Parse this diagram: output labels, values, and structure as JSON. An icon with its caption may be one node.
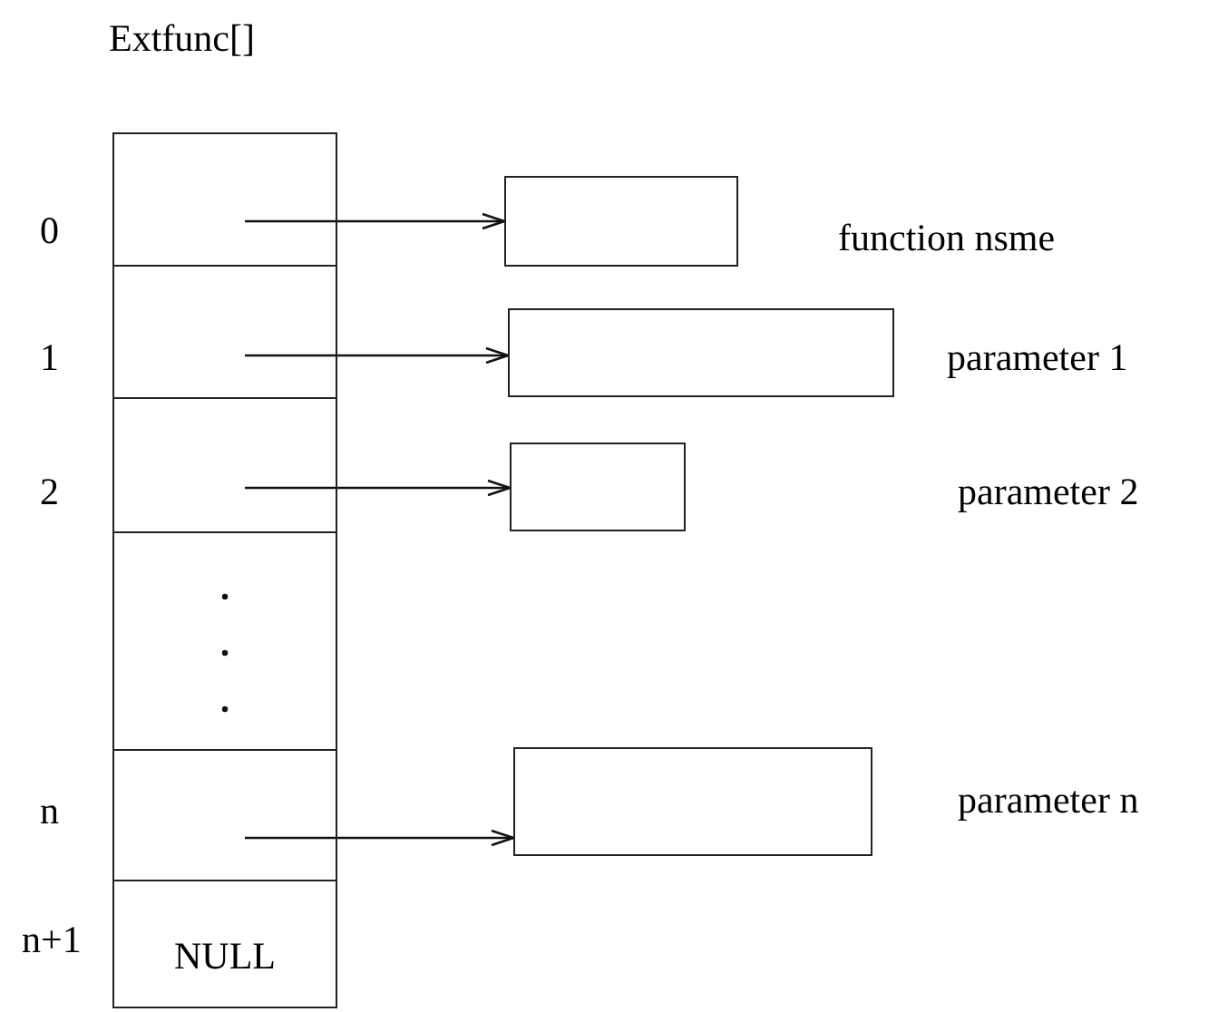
{
  "diagram": {
    "title": "Extfunc[]",
    "nodes": [
      {
        "text": [],
        "shape": "box",
        "beside": [
          "0"
        ]
      },
      {
        "text": [],
        "shape": "box",
        "beside": [
          "1"
        ]
      },
      {
        "text": [],
        "shape": "box",
        "beside": [
          "2"
        ]
      },
      {
        "text": [],
        "shape": "box"
      },
      {
        "text": [],
        "shape": "box",
        "beside": [
          "n"
        ]
      },
      {
        "text": [
          "NULL"
        ],
        "beside": [
          "n+1"
        ]
      },
      {
        "text": [],
        "shape": "box"
      },
      {
        "text": [],
        "shape": "box"
      },
      {
        "text": [],
        "shape": "box"
      },
      {
        "text": [],
        "shape": "box"
      }
    ],
    "edges": [
      {
        "from": 0,
        "to": 6,
        "arrow": "to"
      },
      {
        "from": 1,
        "to": 7,
        "arrow": "to"
      },
      {
        "from": 2,
        "to": 8,
        "arrow": "to"
      },
      {
        "from": 4,
        "to": 9,
        "arrow": "to"
      }
    ],
    "labels": [
      "function nsme",
      "parameter 1",
      "parameter 2",
      "parameter n"
    ]
  }
}
